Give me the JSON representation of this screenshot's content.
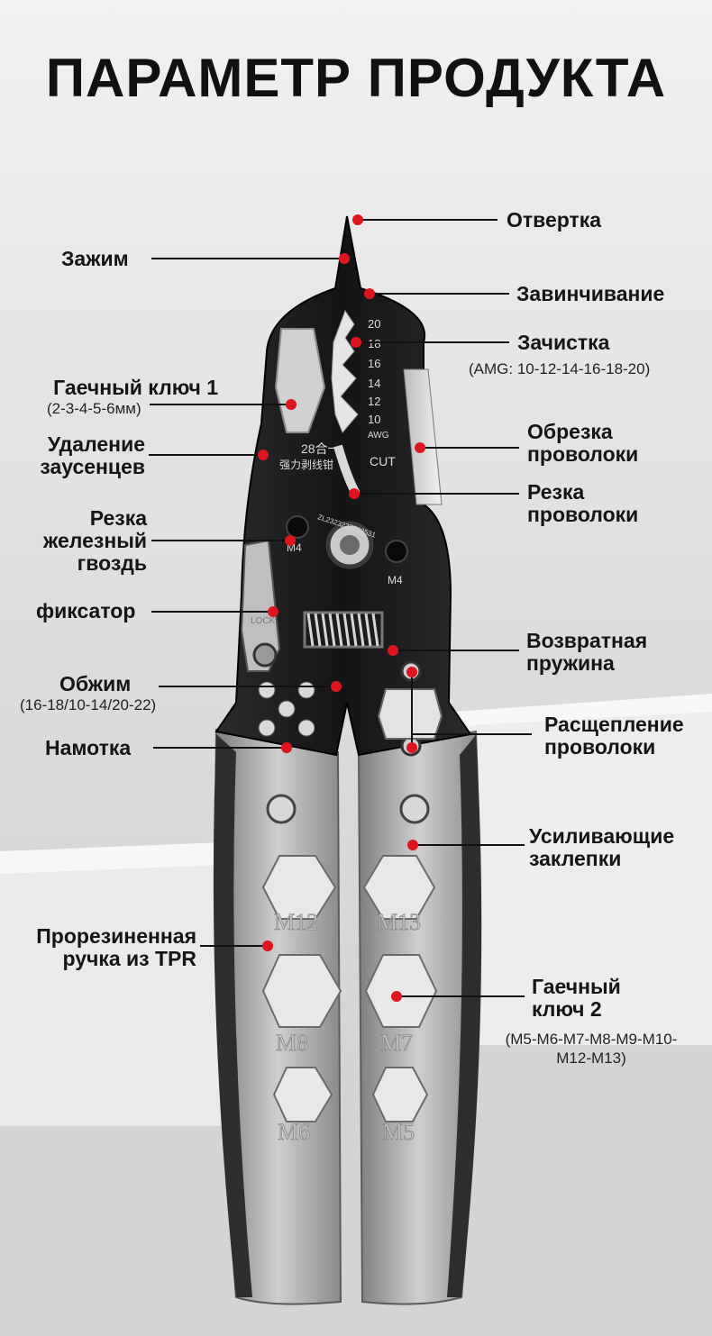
{
  "title": "ПАРАМЕТР ПРОДУКТА",
  "tool_marks": {
    "gauge_numbers": [
      "20",
      "18",
      "16",
      "14",
      "12",
      "10"
    ],
    "gauge_unit": "AWG",
    "cut": "CUT",
    "m4": "M4",
    "serial": "ZL2323227768531",
    "lock": "LOCK",
    "chinese_line1": "28合一",
    "chinese_line2": "强力剥线钳",
    "wrench_left": [
      "M12",
      "M8",
      "M6"
    ],
    "wrench_right": [
      "M13",
      "M7",
      "M5"
    ]
  },
  "labels": [
    {
      "id": "otvertka",
      "text": "Отвертка",
      "sub": ""
    },
    {
      "id": "zazhim",
      "text": "Зажим",
      "sub": ""
    },
    {
      "id": "zavinchivanie",
      "text": "Завинчивание",
      "sub": ""
    },
    {
      "id": "zachistka",
      "text": "Зачистка",
      "sub": "(AMG: 10-12-14-16-18-20)"
    },
    {
      "id": "klyuch1",
      "text": "Гаечный ключ 1",
      "sub": "(2-3-4-5-6мм)"
    },
    {
      "id": "zausentsy",
      "text": "Удаление заусенцев",
      "sub": ""
    },
    {
      "id": "obrezka",
      "text": "Обрезка проволоки",
      "sub": ""
    },
    {
      "id": "rezka",
      "text": "Резка проволоки",
      "sub": ""
    },
    {
      "id": "gvozd",
      "text": "Резка железный гвоздь",
      "sub": ""
    },
    {
      "id": "fiksator",
      "text": "фиксатор",
      "sub": ""
    },
    {
      "id": "pruzhina",
      "text": "Возвратная пружина",
      "sub": ""
    },
    {
      "id": "obzhim",
      "text": "Обжим",
      "sub": "(16-18/10-14/20-22)"
    },
    {
      "id": "rasscheplenie",
      "text": "Расщепление проволоки",
      "sub": ""
    },
    {
      "id": "namotka",
      "text": "Намотка",
      "sub": ""
    },
    {
      "id": "zaklepki",
      "text": "Усиливающие заклепки",
      "sub": ""
    },
    {
      "id": "ruchka",
      "text": "Прорезиненная ручка из TPR",
      "sub": ""
    },
    {
      "id": "klyuch2",
      "text": "Гаечный ключ 2",
      "sub": "(M5-M6-M7-M8-M9-M10-M12-M13)"
    }
  ],
  "colors": {
    "dot": "#e0141e",
    "line": "#111111",
    "blade": "#1c1c1e",
    "steel": "#a9a9ab",
    "grip": "#3a3a3c"
  }
}
